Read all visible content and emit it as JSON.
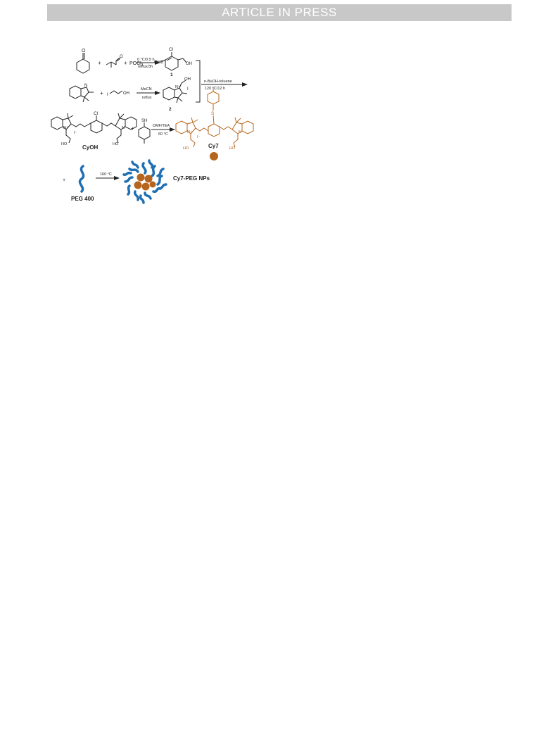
{
  "header": {
    "banner": "ARTICLE IN PRESS"
  },
  "colors": {
    "banner_bg": "#c8c8c8",
    "product": "#b5651d",
    "peg": "#1f6fb2",
    "ink": "#222222"
  },
  "scheme": {
    "row1": {
      "plus1": "+",
      "plus2": "+",
      "reagent_pocl3": "POCl",
      "reagent_pocl3_sub": "3",
      "cond_top": "0 °C/0.5 h",
      "cond_bottom": "reflux/3h",
      "prod_cl": "Cl",
      "prod_ohc": "OHC",
      "prod_oh": "OH",
      "prod_label": "1"
    },
    "row2": {
      "plus": "+",
      "reagent_i": "I",
      "reagent_oh": "OH",
      "cond_top": "MeCN",
      "cond_bottom": "reflux",
      "prod_oh": "OH",
      "prod_i": "I",
      "prod_nplus": "N⁺",
      "prod_label": "2"
    },
    "merge": {
      "cond_top": "n-BuOH-toluene",
      "cond_bottom": "120 °C/12 h"
    },
    "row3": {
      "cyoh_label": "CyOH",
      "cyoh_cl": "Cl",
      "cyoh_nplus": "N⁺",
      "cyoh_iminus": "I⁻",
      "cyoh_n": "N",
      "cyoh_ho1": "HO",
      "cyoh_ho2": "HO",
      "plus": "+",
      "thiol_sh": "SH",
      "cond_top": "DMF/TEA",
      "cond_bottom": "60 °C",
      "cy7_s": "S",
      "cy7_nplus": "N⁺",
      "cy7_iminus": "I⁻",
      "cy7_n": "N",
      "cy7_ho1": "HO",
      "cy7_ho2": "HO",
      "cy7_label": "Cy7"
    },
    "row4": {
      "plus": "+",
      "peg_label": "PEG 400",
      "cond_top": "160 °C",
      "np_label": "Cy7-PEG NPs"
    }
  }
}
